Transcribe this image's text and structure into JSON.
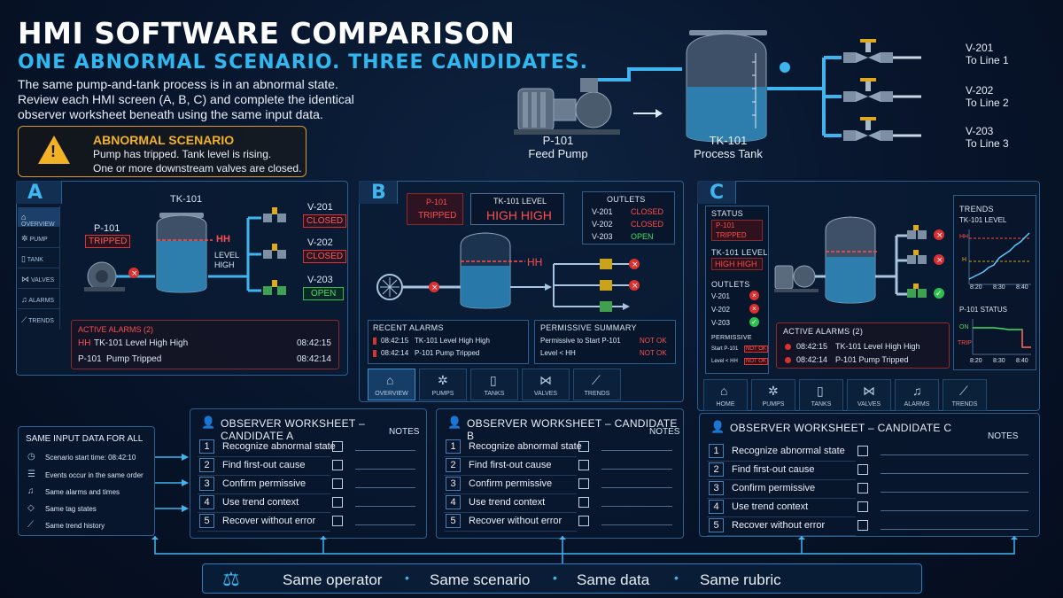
{
  "header": {
    "title": "HMI SOFTWARE COMPARISON",
    "subtitle": "ONE ABNORMAL SCENARIO. THREE CANDIDATES.",
    "intro": "The same pump-and-tank process is in an abnormal state. Review each HMI screen (A, B, C) and complete the identical observer worksheet beneath using the same input data."
  },
  "scenario": {
    "title": "ABNORMAL SCENARIO",
    "line1": "Pump has tripped. Tank level is rising.",
    "line2": "One or more downstream valves are closed."
  },
  "process": {
    "pump_tag": "P-101",
    "pump_name": "Feed Pump",
    "tank_tag": "TK-101",
    "tank_name": "Process Tank",
    "valves": [
      {
        "tag": "V-201",
        "dest": "To Line 1"
      },
      {
        "tag": "V-202",
        "dest": "To Line 2"
      },
      {
        "tag": "V-203",
        "dest": "To Line 3"
      }
    ]
  },
  "panel_a": {
    "letter": "A",
    "nav": [
      "OVERVIEW",
      "PUMP",
      "TANK",
      "VALVES",
      "ALARMS",
      "TRENDS"
    ],
    "tank_tag": "TK-101",
    "pump_tag": "P-101",
    "pump_state": "TRIPPED",
    "hh": "HH",
    "level_label_1": "LEVEL",
    "level_label_2": "HIGH",
    "valves": [
      {
        "tag": "V-201",
        "state": "CLOSED"
      },
      {
        "tag": "V-202",
        "state": "CLOSED"
      },
      {
        "tag": "V-203",
        "state": "OPEN"
      }
    ],
    "alarms_title": "ACTIVE ALARMS (2)",
    "alarms": [
      {
        "code": "HH",
        "text": "TK-101 Level High High",
        "time": "08:42:15"
      },
      {
        "code": "P-101",
        "text": "Pump Tripped",
        "time": "08:42:14"
      }
    ]
  },
  "panel_b": {
    "letter": "B",
    "pump_tag": "P-101",
    "pump_state": "TRIPPED",
    "tank_label": "TK-101 LEVEL",
    "tank_state": "HIGH HIGH",
    "hh": "HH",
    "outlets_title": "OUTLETS",
    "outlets": [
      {
        "tag": "V-201",
        "state": "CLOSED"
      },
      {
        "tag": "V-202",
        "state": "CLOSED"
      },
      {
        "tag": "V-203",
        "state": "OPEN"
      }
    ],
    "alarms_title": "RECENT ALARMS",
    "alarms": [
      {
        "time": "08:42:15",
        "text": "TK-101 Level High High"
      },
      {
        "time": "08:42:14",
        "text": "P-101 Pump Tripped"
      }
    ],
    "permissive_title": "PERMISSIVE SUMMARY",
    "permissives": [
      {
        "text": "Permissive to Start P-101",
        "state": "NOT OK"
      },
      {
        "text": "Level < HH",
        "state": "NOT OK"
      }
    ],
    "nav": [
      "OVERVIEW",
      "PUMPS",
      "TANKS",
      "VALVES",
      "TRENDS"
    ]
  },
  "panel_c": {
    "letter": "C",
    "status_title": "STATUS",
    "pump_tag": "P-101",
    "pump_state": "TRIPPED",
    "tank_label": "TK-101 LEVEL",
    "tank_state": "HIGH HIGH",
    "outlets_title": "OUTLETS",
    "outlets": [
      "V-201",
      "V-202",
      "V-203"
    ],
    "permissive_title": "PERMISSIVE",
    "permissives": [
      {
        "text": "Start P-101",
        "state": "NOT OK"
      },
      {
        "text": "Level < HH",
        "state": "NOT OK"
      }
    ],
    "trends_title": "TRENDS",
    "trend_level_title": "TK-101 LEVEL",
    "trend_hh": "HH",
    "trend_h": "H",
    "trend_ticks": [
      "8:20",
      "8:30",
      "8:40"
    ],
    "status_trend_title": "P-101 STATUS",
    "status_on": "ON",
    "status_trip": "TRIP",
    "alarms_title": "ACTIVE ALARMS (2)",
    "alarms": [
      {
        "time": "08:42:15",
        "text": "TK-101 Level High High"
      },
      {
        "time": "08:42:14",
        "text": "P-101 Pump Tripped"
      }
    ],
    "nav": [
      "HOME",
      "PUMPS",
      "TANKS",
      "VALVES",
      "ALARMS",
      "TRENDS"
    ]
  },
  "same_input": {
    "title": "SAME INPUT DATA FOR ALL",
    "items": [
      {
        "icon": "clock-icon",
        "text": "Scenario start time: 08:42:10"
      },
      {
        "icon": "list-icon",
        "text": "Events occur in the same order"
      },
      {
        "icon": "bell-icon",
        "text": "Same alarms and times"
      },
      {
        "icon": "tag-icon",
        "text": "Same tag states"
      },
      {
        "icon": "trend-icon",
        "text": "Same trend history"
      }
    ]
  },
  "worksheets": [
    {
      "title": "OBSERVER WORKSHEET – CANDIDATE A",
      "notes": "NOTES"
    },
    {
      "title": "OBSERVER WORKSHEET – CANDIDATE B",
      "notes": "NOTES"
    },
    {
      "title": "OBSERVER WORKSHEET – CANDIDATE C",
      "notes": "NOTES"
    }
  ],
  "worksheet_rows": [
    {
      "num": "1",
      "text": "Recognize abnormal state"
    },
    {
      "num": "2",
      "text": "Find first-out cause"
    },
    {
      "num": "3",
      "text": "Confirm permissive"
    },
    {
      "num": "4",
      "text": "Use trend context"
    },
    {
      "num": "5",
      "text": "Recover without error"
    }
  ],
  "footer": {
    "items": [
      "Same operator",
      "Same scenario",
      "Same data",
      "Same rubric"
    ],
    "icon": "balance-scale-icon"
  },
  "colors": {
    "accent": "#2fb7f0",
    "warning": "#f2b224",
    "alarm": "#ff4d4d",
    "ok": "#3fe06a",
    "panel_border": "#2b5f8f"
  }
}
